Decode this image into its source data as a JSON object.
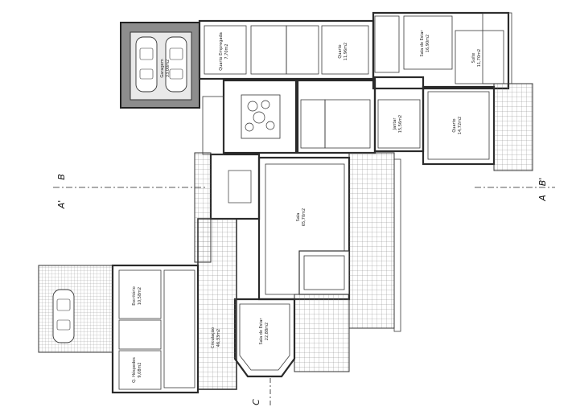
{
  "section_markers": {
    "a_prime": "A'",
    "b": "B",
    "a": "A",
    "b_prime": "B'",
    "c": "C"
  },
  "rooms": {
    "garage": {
      "name": "Garagem",
      "area": "33,00m2"
    },
    "quarto_empregada": {
      "name": "Quarto Empregada",
      "area": "7,70m2"
    },
    "quarto": {
      "name": "Quarto",
      "area": "11,96m2"
    },
    "sala_de_estar_top": {
      "name": "Sala de Estar",
      "area": "16,90m2"
    },
    "suite": {
      "name": "Suíte",
      "area": "11,70m2"
    },
    "quarto_2": {
      "name": "Quarto",
      "area": "14,72m2"
    },
    "jantar": {
      "name": "Jantar",
      "area": "15,56m2"
    },
    "sala": {
      "name": "Sala",
      "area": "65,70m2"
    },
    "sala_de_estar_bottom": {
      "name": "Sala de Estar",
      "area": "22,88m2"
    },
    "circulacao": {
      "name": "Circulação",
      "area": "46,33m2"
    },
    "escritorio": {
      "name": "Escritório",
      "area": "10,58m2"
    },
    "quarto_hospedes": {
      "name": "Q. Hóspedes",
      "area": "9,08m2"
    }
  }
}
